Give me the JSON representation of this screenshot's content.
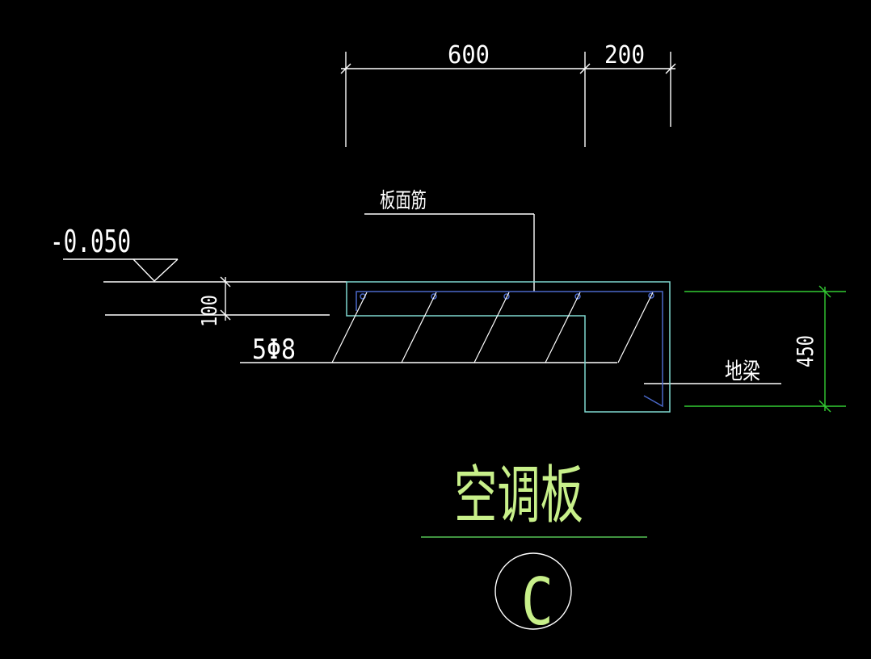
{
  "colors": {
    "background": "#000000",
    "white": "#ffffff",
    "cyan": "#7fd7d0",
    "blue": "#4a68c9",
    "green": "#33cc33",
    "yellowgreen": "#c8f08a",
    "title_line": "#55c455"
  },
  "dimensions": {
    "top_left": "600",
    "top_right": "200",
    "slab_thickness": "100",
    "beam_depth": "450"
  },
  "labels": {
    "elevation": "-0.050",
    "top_rebar": "板面筋",
    "bottom_rebar": "5Φ8",
    "ground_beam": "地梁"
  },
  "title": {
    "name": "空调板",
    "section_id": "C"
  }
}
